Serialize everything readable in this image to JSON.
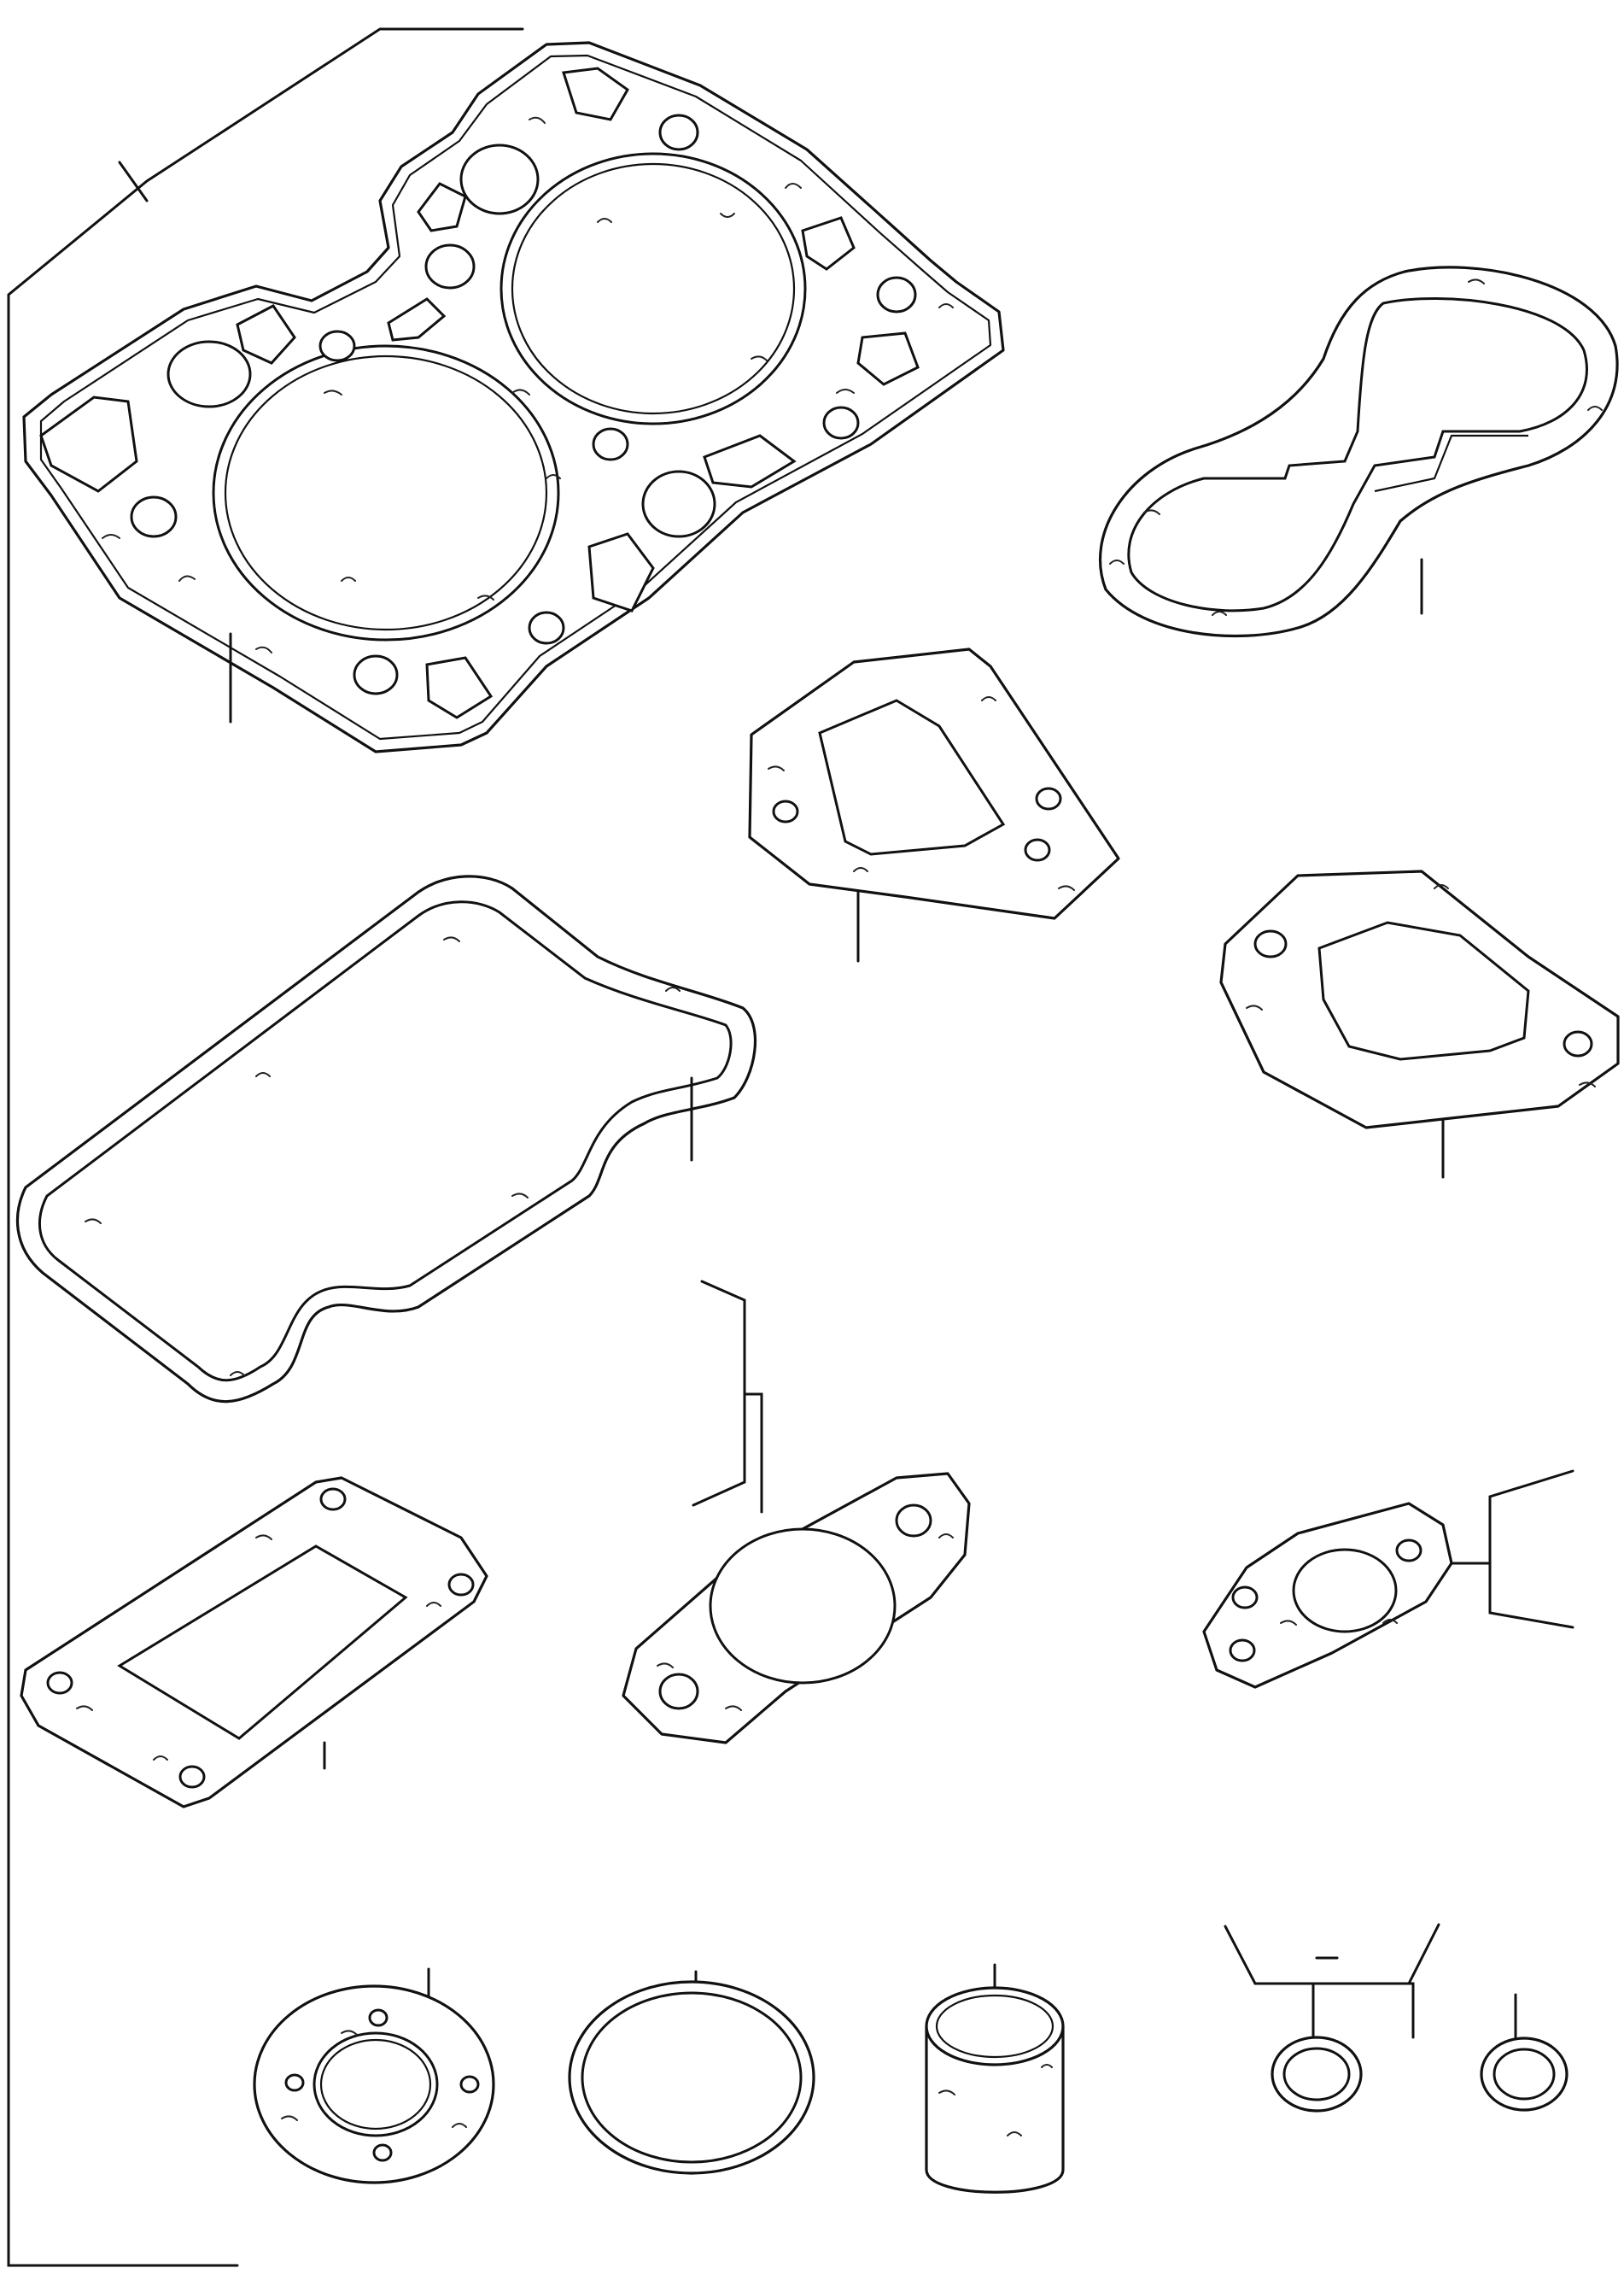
{
  "diagram": {
    "colors": {
      "ink": "#111111",
      "paper": "#ffffff"
    },
    "parts": [
      {
        "id": "cylinder-head-gasket",
        "icon": "cylinder-head-gasket-icon"
      },
      {
        "id": "cover-gasket-figure-eight",
        "icon": "figure-eight-gasket-icon"
      },
      {
        "id": "thermostat-flange-gasket",
        "icon": "flange-gasket-icon"
      },
      {
        "id": "rocker-cover-gasket",
        "icon": "rocker-cover-gasket-icon"
      },
      {
        "id": "exhaust-flange-gasket",
        "icon": "flange-gasket-icon"
      },
      {
        "id": "intake-manifold-gasket",
        "icon": "manifold-gasket-icon"
      },
      {
        "id": "two-bolt-round-gasket",
        "icon": "two-bolt-gasket-icon"
      },
      {
        "id": "small-two-bolt-gasket",
        "icon": "two-bolt-gasket-icon"
      },
      {
        "id": "round-flange-gasket",
        "icon": "round-flange-gasket-icon"
      },
      {
        "id": "o-ring",
        "icon": "o-ring-icon"
      },
      {
        "id": "seal-sleeve",
        "icon": "sleeve-icon"
      },
      {
        "id": "sealing-washer-a",
        "icon": "washer-icon"
      },
      {
        "id": "sealing-washer-b",
        "icon": "washer-icon"
      }
    ]
  }
}
